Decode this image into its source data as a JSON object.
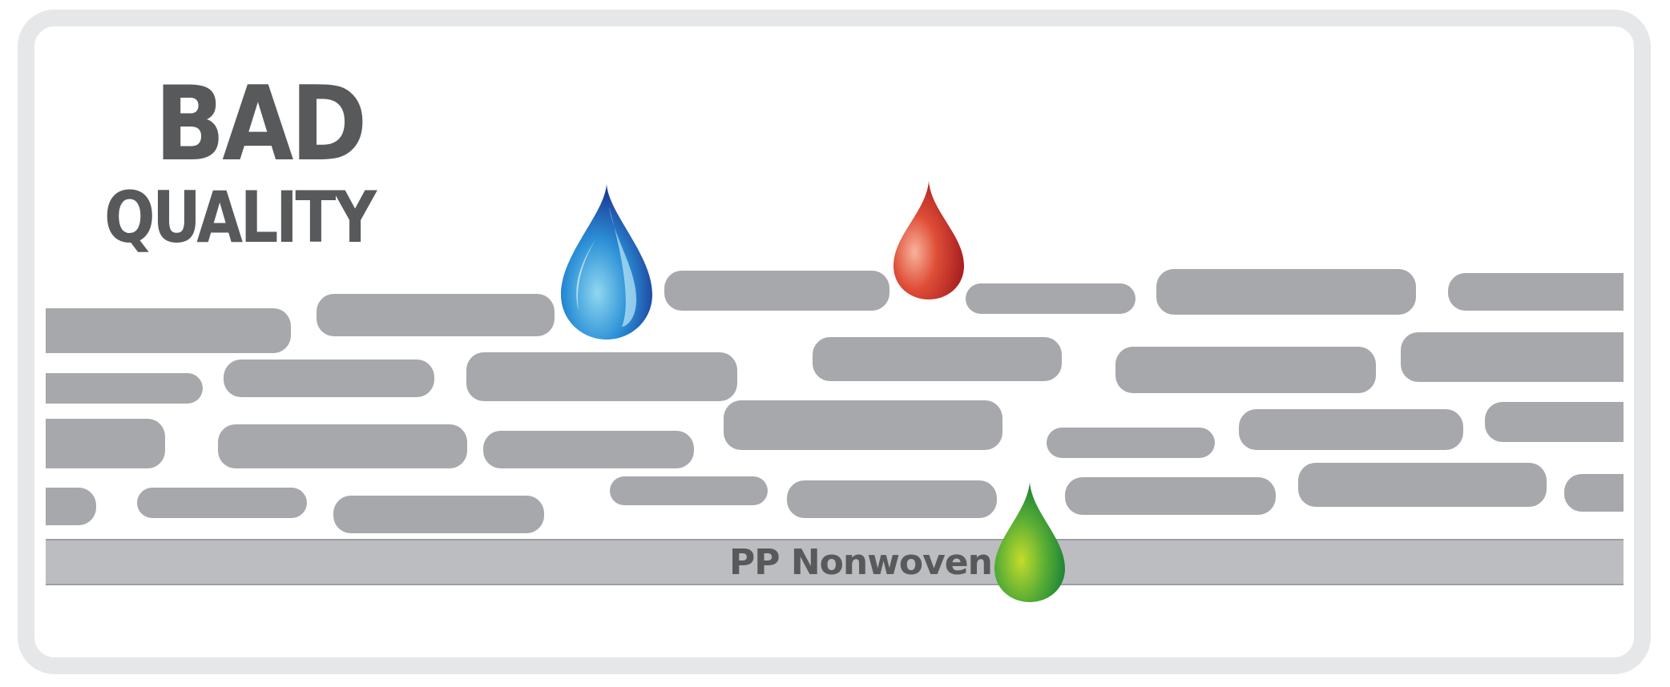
{
  "title": {
    "line1": "BAD",
    "line2": "QUALITY"
  },
  "layer": {
    "label": "PP Nonwoven"
  },
  "drops": [
    {
      "name": "water-drop",
      "color": "#1a7fd0"
    },
    {
      "name": "red-drop",
      "color": "#d9412f"
    },
    {
      "name": "green-drop",
      "color": "#6ab42d"
    }
  ],
  "colors": {
    "frame": "#e6e7e8",
    "fiber": "#a7a8ab",
    "band": "#bcbdc0",
    "text": "#58595b"
  }
}
